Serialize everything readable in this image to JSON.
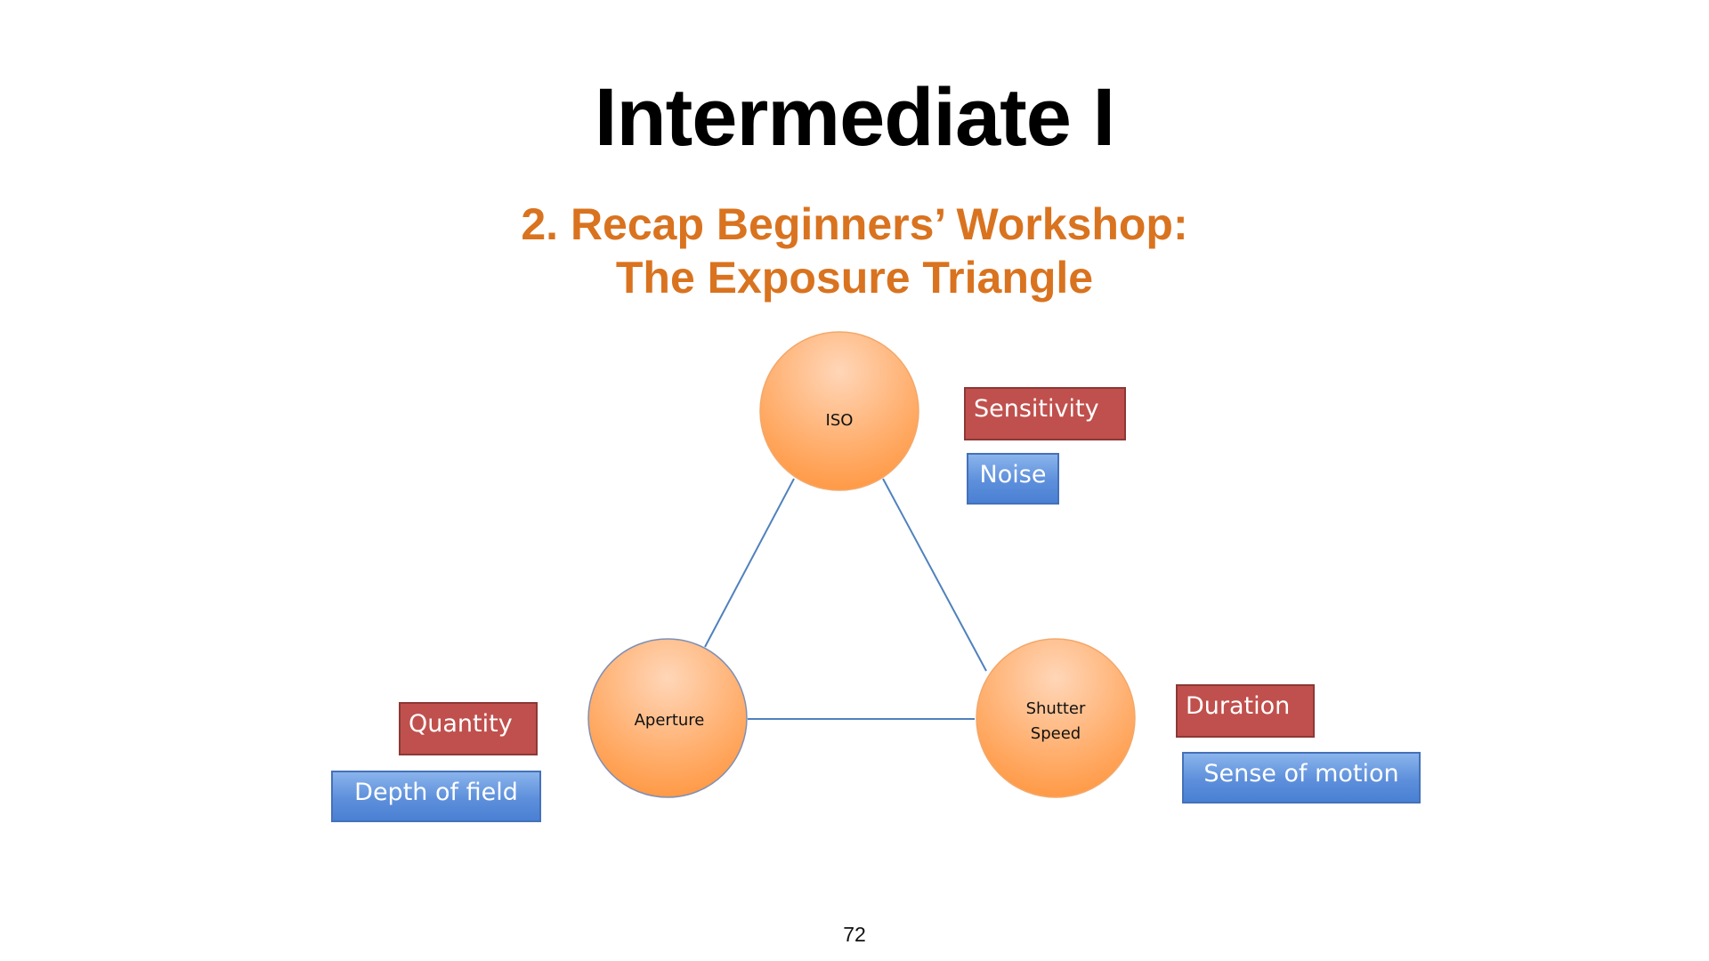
{
  "slide": {
    "title": "Intermediate I",
    "subtitle_line1": "2. Recap Beginners’ Workshop:",
    "subtitle_line2": "The Exposure Triangle",
    "page_number": "72"
  },
  "diagram": {
    "nodes": {
      "iso": "ISO",
      "aperture": "Aperture",
      "shutter_line1": "Shutter",
      "shutter_line2": "Speed"
    },
    "tags": {
      "sensitivity": "Sensitivity",
      "noise": "Noise",
      "quantity": "Quantity",
      "depth_of_field": "Depth of field",
      "duration": "Duration",
      "sense_of_motion": "Sense of motion"
    },
    "colors": {
      "title": "#000000",
      "subtitle": "#d9731f",
      "circle_light": "#ffd2b0",
      "circle_dark": "#ff9a45",
      "connector": "#4f81bd",
      "tag_red": "#c0504d",
      "tag_blue": "#5d8fdb"
    }
  }
}
